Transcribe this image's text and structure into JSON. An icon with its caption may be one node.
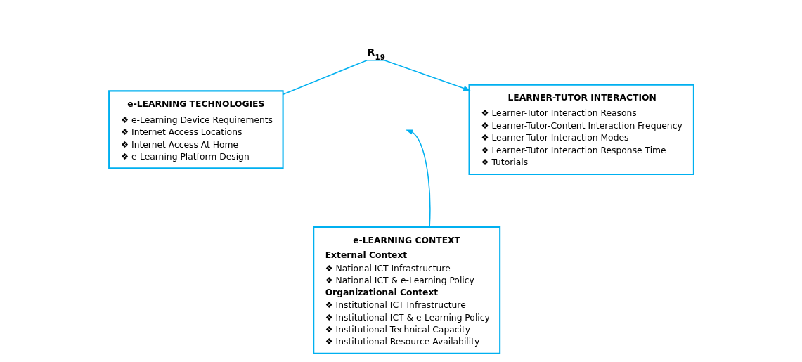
{
  "diagram": {
    "nodes": [
      {
        "text": [
          "e-LEARNING TECHNOLOGIES",
          "❖ e-Learning Device Requirements",
          "❖ Internet Access Locations",
          "❖ Internet Access At Home",
          "❖ e-Learning Platform Design"
        ]
      },
      {
        "text": [
          "LEARNER-TUTOR INTERACTION",
          "❖ Learner-Tutor Interaction Reasons",
          "❖ Learner-Tutor-Content Interaction Frequency",
          "❖ Learner-Tutor Interaction Modes",
          "❖ Learner-Tutor Interaction Response Time",
          "❖ Tutorials"
        ]
      },
      {
        "text": [
          "e-LEARNING CONTEXT",
          "External Context",
          "❖ National ICT Infrastructure",
          "❖ National ICT & e-Learning Policy",
          "Organizational Context",
          "❖ Institutional ICT Infrastructure",
          "❖ Institutional ICT & e-Learning Policy",
          "❖ Institutional Technical Capacity",
          "❖ Institutional Resource Availability"
        ]
      }
    ],
    "edges": [
      {
        "from": 0,
        "to": 1,
        "arrow": "to",
        "label": "R$_{19}$"
      },
      {
        "from": 2,
        "to": null,
        "arrow": "to"
      }
    ]
  }
}
